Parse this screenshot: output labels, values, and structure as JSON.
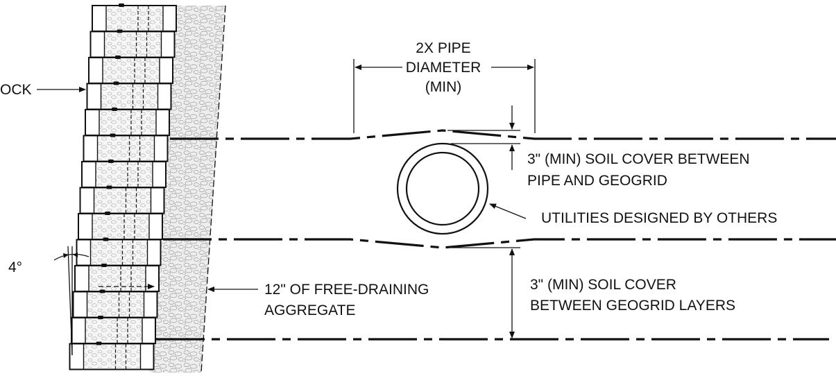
{
  "labels": {
    "block": "OCK",
    "pipe_spacing": [
      "2X PIPE",
      "DIAMETER",
      "(MIN)"
    ],
    "cover_pipe": [
      "3\" (MIN) SOIL COVER BETWEEN",
      "PIPE AND GEOGRID"
    ],
    "utilities": "UTILITIES DESIGNED BY OTHERS",
    "batter_angle": "4°",
    "aggregate": [
      "12\" OF FREE-DRAINING",
      "AGGREGATE"
    ],
    "cover_layers": [
      "3\" (MIN) SOIL COVER",
      "BETWEEN GEOGRID LAYERS"
    ]
  },
  "colors": {
    "line": "#111111",
    "aggregate_fill": "#e9e9e9",
    "block_fill": "#ffffff"
  },
  "icons": {
    "leader_arrow": "arrow-icon",
    "dimension_arrow": "dimension-arrow-icon"
  }
}
